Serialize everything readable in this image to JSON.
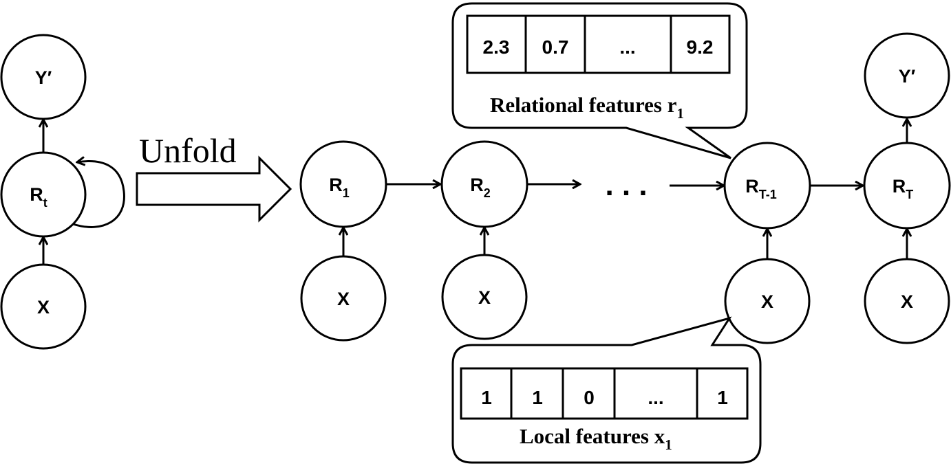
{
  "left_model": {
    "output_node": "Y′",
    "recurrent_node": {
      "base": "R",
      "sub": "t"
    },
    "input_node": "X"
  },
  "unfold_label": "Unfold",
  "chain": [
    {
      "r_base": "R",
      "r_sub": "1",
      "input": "X"
    },
    {
      "r_base": "R",
      "r_sub": "2",
      "input": "X"
    },
    {
      "r_base": "R",
      "r_sub": "T-1",
      "input": "X"
    },
    {
      "r_base": "R",
      "r_sub": "T",
      "input": "X",
      "output": "Y′"
    }
  ],
  "ellipsis": ". . .",
  "relational_callout": {
    "cells": [
      "2.3",
      "0.7",
      "...",
      "9.2"
    ],
    "caption": "Relational features r",
    "caption_sub": "1"
  },
  "local_callout": {
    "cells": [
      "1",
      "1",
      "0",
      "...",
      "1"
    ],
    "caption": "Local features x",
    "caption_sub": "1"
  }
}
